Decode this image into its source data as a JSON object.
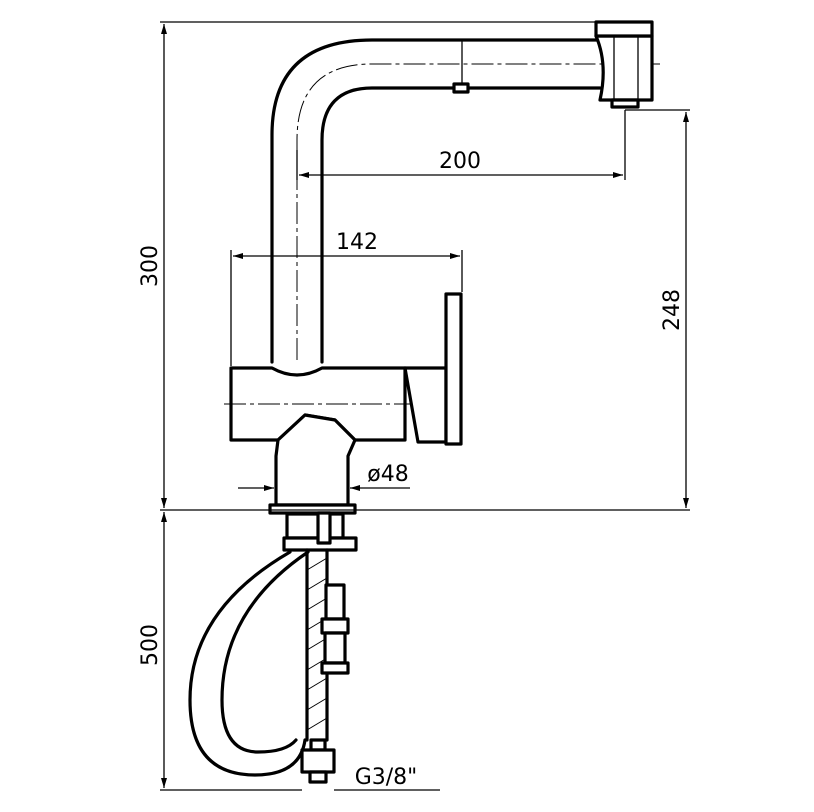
{
  "dimensions": {
    "total_height_upper": "300",
    "spout_reach": "200",
    "body_width": "142",
    "outlet_height": "248",
    "base_diameter": "ø48",
    "hose_length": "500",
    "thread": "G3/8\""
  }
}
